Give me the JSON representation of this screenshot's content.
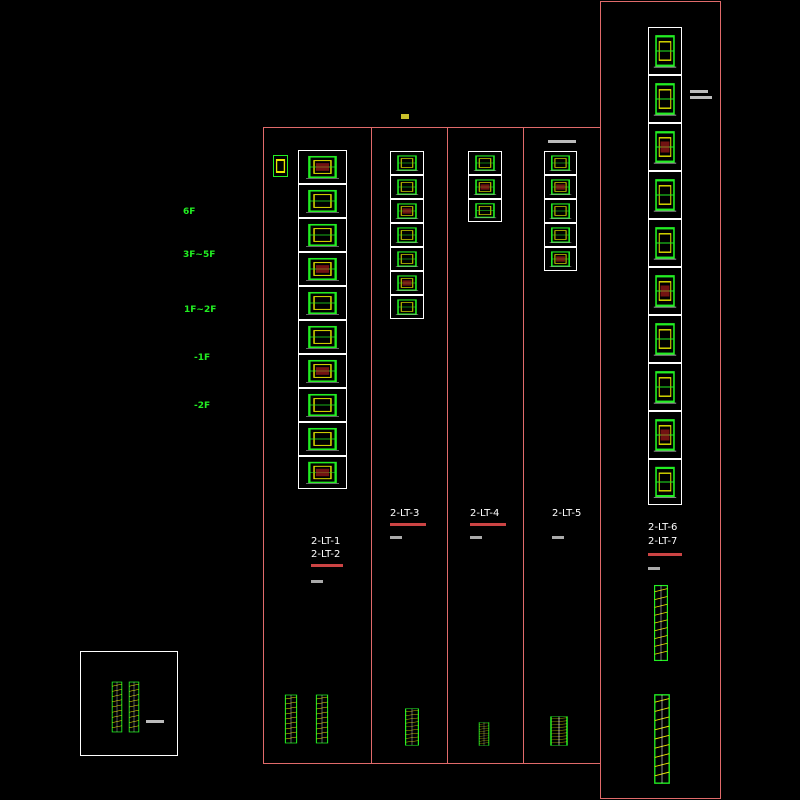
{
  "colors": {
    "frame": "#e06a6a",
    "cell_border": "#ffffff",
    "plan_green": "#22ee22",
    "plan_yellow": "#e6e600",
    "accent_red": "#d02020",
    "background": "#000000"
  },
  "floor_labels": [
    "6F",
    "3F~5F",
    "1F~2F",
    "-1F",
    "-2F"
  ],
  "sheets": [
    {
      "id_lines": [
        "2-LT-1",
        "2-LT-2"
      ]
    },
    {
      "id_lines": [
        "2-LT-3"
      ]
    },
    {
      "id_lines": [
        "2-LT-4"
      ]
    },
    {
      "id_lines": [
        "2-LT-5"
      ]
    },
    {
      "id_lines": [
        "2-LT-6",
        "2-LT-7"
      ]
    }
  ]
}
